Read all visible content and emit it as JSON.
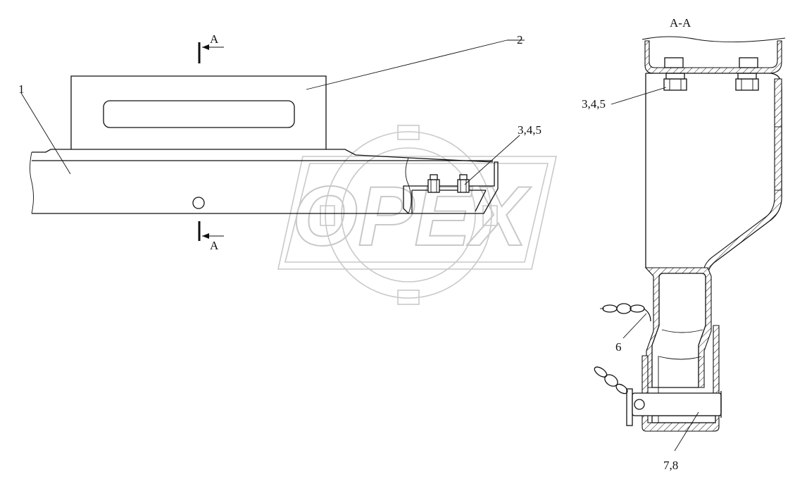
{
  "watermark": {
    "text": "OPEX"
  },
  "labels": {
    "part_1": "1",
    "part_2": "2",
    "fasteners_main": "3,4,5",
    "section_arrow_top": "A",
    "section_arrow_bottom": "A",
    "section_title": "A-A",
    "fasteners_section": "3,4,5",
    "chain": "6",
    "pin": "7,8"
  }
}
